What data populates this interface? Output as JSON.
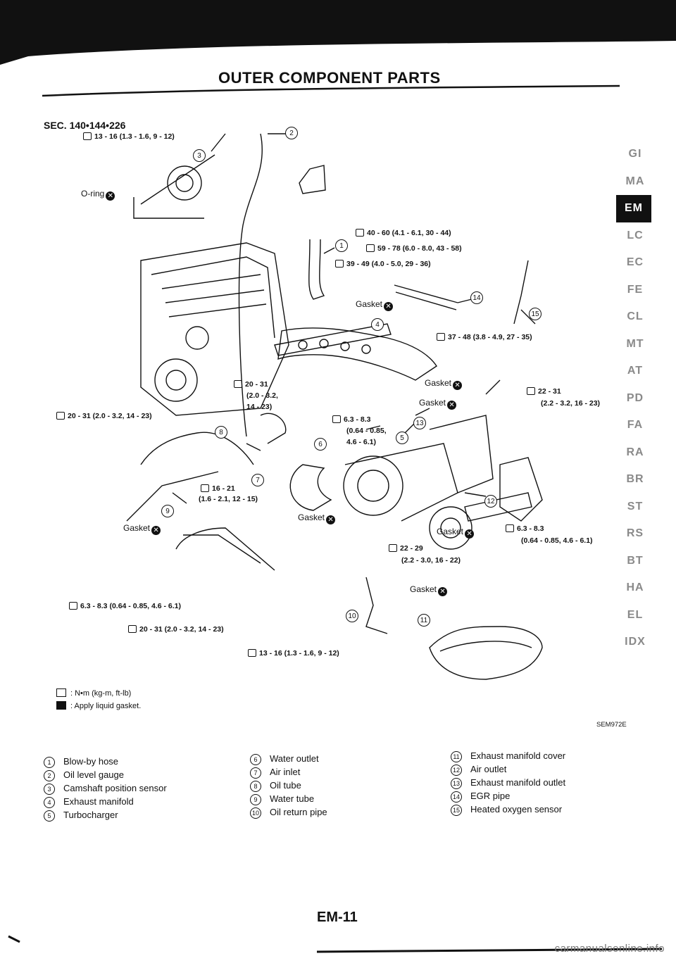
{
  "header": {
    "title": "OUTER COMPONENT PARTS"
  },
  "section_ref": "SEC. 140•144•226",
  "torque_specs": [
    "13 - 16 (1.3 - 1.6, 9 - 12)",
    "40 - 60 (4.1 - 6.1, 30 - 44)",
    "59 - 78 (6.0 - 8.0, 43 - 58)",
    "39 - 49 (4.0 - 5.0, 29 - 36)",
    "37 - 48 (3.8 - 4.9, 27 - 35)",
    "20 - 31",
    "(2.0 - 3.2,",
    "14 - 23)",
    "22 - 31",
    "(2.2 - 3.2, 16 - 23)",
    "20 - 31 (2.0 - 3.2, 14 - 23)",
    "6.3 - 8.3",
    "(0.64 - 0.85,",
    "4.6 - 6.1)",
    "16 - 21",
    "(1.6 - 2.1, 12 - 15)",
    "6.3 - 8.3",
    "(0.64 - 0.85, 4.6 - 6.1)",
    "22 - 29",
    "(2.2 - 3.0, 16 - 22)",
    "6.3 - 8.3 (0.64 - 0.85, 4.6 - 6.1)",
    "20 - 31  (2.0 - 3.2, 14 - 23)",
    "13 - 16 (1.3 - 1.6, 9 - 12)"
  ],
  "labels": {
    "o_ring": "O-ring",
    "gasket": "Gasket"
  },
  "callouts": [
    "1",
    "2",
    "3",
    "4",
    "5",
    "6",
    "7",
    "8",
    "9",
    "10",
    "11",
    "12",
    "13",
    "14",
    "15"
  ],
  "legend": {
    "torque": ": N•m (kg-m, ft-lb)",
    "gasket": ": Apply liquid gasket."
  },
  "figure_id": "SEM972E",
  "parts_list": [
    {
      "num": "1",
      "name": "Blow-by hose"
    },
    {
      "num": "2",
      "name": "Oil level gauge"
    },
    {
      "num": "3",
      "name": "Camshaft position sensor"
    },
    {
      "num": "4",
      "name": "Exhaust manifold"
    },
    {
      "num": "5",
      "name": "Turbocharger"
    },
    {
      "num": "6",
      "name": "Water outlet"
    },
    {
      "num": "7",
      "name": "Air inlet"
    },
    {
      "num": "8",
      "name": "Oil tube"
    },
    {
      "num": "9",
      "name": "Water tube"
    },
    {
      "num": "10",
      "name": "Oil return pipe"
    },
    {
      "num": "11",
      "name": "Exhaust manifold cover"
    },
    {
      "num": "12",
      "name": "Air outlet"
    },
    {
      "num": "13",
      "name": "Exhaust manifold outlet"
    },
    {
      "num": "14",
      "name": "EGR pipe"
    },
    {
      "num": "15",
      "name": "Heated oxygen sensor"
    }
  ],
  "side_tabs": [
    "GI",
    "MA",
    "EM",
    "LC",
    "EC",
    "FE",
    "CL",
    "MT",
    "AT",
    "PD",
    "FA",
    "RA",
    "BR",
    "ST",
    "RS",
    "BT",
    "HA",
    "EL",
    "IDX"
  ],
  "active_tab": "EM",
  "footer": {
    "page": "EM-11"
  },
  "watermark": "carmanualsonline.info"
}
